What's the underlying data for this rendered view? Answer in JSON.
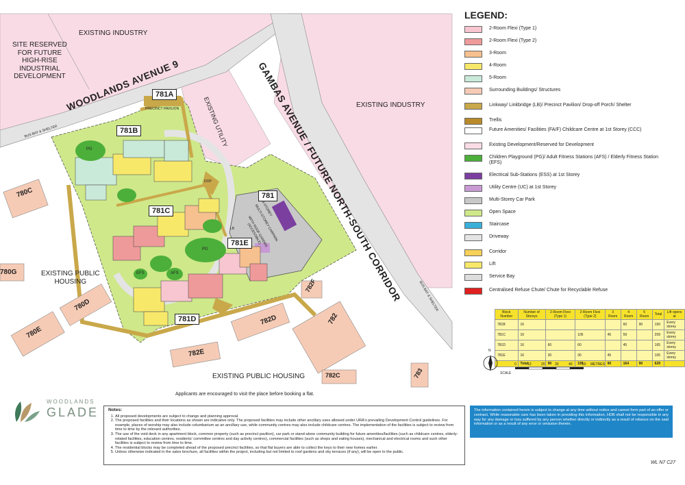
{
  "map": {
    "labels": {
      "site_reserved": "SITE RESERVED\nFOR FUTURE\nHIGH-RISE\nINDUSTRIAL\nDEVELOPMENT",
      "existing_industry_top": "EXISTING INDUSTRY",
      "existing_industry_right": "EXISTING INDUSTRY",
      "existing_utility": "EXISTING UTILITY",
      "woodlands_ave": "WOODLANDS AVENUE 9",
      "gambas_ave": "GAMBAS AVENUE / FUTURE NORTH-SOUTH CORRIDOR",
      "existing_public_housing_left": "EXISTING PUBLIC\nHOUSING",
      "existing_public_housing_bottom": "EXISTING PUBLIC HOUSING",
      "bus_bay_left": "BUS BAY & SHELTER",
      "bus_bay_right": "BUS BAY & SHELTER",
      "precinct_pavilion": "PRECINCT PAVILION",
      "mscp": "MULTI-STOREY CARPARK",
      "rooftop_garden": "WITH ROOF GARDEN\n(ACCESSIBLE)",
      "carpark_levels": "9-STOREY",
      "pg": "PG",
      "afs": "AFS",
      "efs": "EFS",
      "dop": "DOP",
      "lb": "LB"
    },
    "blocks": {
      "b781a": "781A",
      "b781b": "781B",
      "b781c": "781C",
      "b781d": "781D",
      "b781e": "781E",
      "b781": "781"
    },
    "neighbours": {
      "n780c": "780C",
      "n780g": "780G",
      "n780d": "780D",
      "n780e": "780E",
      "n782d": "782D",
      "n782e": "782E",
      "n782": "782",
      "n782f": "782F",
      "n782c": "782C",
      "n783": "783"
    }
  },
  "legend": {
    "title": "LEGEND:",
    "items": [
      {
        "label": "2-Room Flexi (Type 1)",
        "color": "#f7c6d0"
      },
      {
        "label": "2-Room Flexi (Type 2)",
        "color": "#ef9a9a"
      },
      {
        "label": "3-Room",
        "color": "#f6c08f"
      },
      {
        "label": "4-Room",
        "color": "#f8e86a"
      },
      {
        "label": "5-Room",
        "color": "#c9ead9"
      },
      {
        "label": "Surrounding Buildings/ Structures",
        "color": "#f6cbb5"
      },
      {
        "label": "Linkway/ Linkbridge (LB)/ Precinct Pavilion/ Drop-off Porch/ Shelter",
        "color": "#c9a84a"
      },
      {
        "label": "Trellis",
        "color": "#b98a2a"
      },
      {
        "label": "Future Amenities/ Facilities (FA/F) Childcare Centre at 1st Storey (CCC)",
        "color": "#ffffff"
      },
      {
        "label": "Existing Development/Reserved for Development",
        "color": "#f9dbe6"
      },
      {
        "label": "Children Playground (PG)/ Adult Fitness Stations (AFS) / Elderly Fitness Station (EFS)",
        "color": "#4caf3a"
      },
      {
        "label": "Electrical Sub-Stations (ESS) at 1st Storey",
        "color": "#7b3fa0"
      },
      {
        "label": "Utility Centre (UC) at 1st Storey",
        "color": "#c79ad3"
      },
      {
        "label": "Multi-Storey Car Park",
        "color": "#c8c8c8"
      },
      {
        "label": "Open Space",
        "color": "#cfe88a"
      },
      {
        "label": "Staircase",
        "color": "#3ab0d8"
      },
      {
        "label": "Driveway",
        "color": "#e4e4e4"
      },
      {
        "label": "Corridor",
        "color": "#f8d15a"
      },
      {
        "label": "Lift",
        "color": "#f8e86a"
      },
      {
        "label": "Service Bay",
        "color": "#dddddd"
      },
      {
        "label": "Centralised Refuse Chute/ Chute for Recyclable Refuse",
        "color": "#e02020"
      }
    ]
  },
  "table": {
    "headers": [
      "Block Number",
      "Number of Storeys",
      "2-Room Flexi (Type 1)",
      "2-Room Flexi (Type 2)",
      "3 Room",
      "4 Room",
      "5 Room",
      "Total",
      "Lift opens at"
    ],
    "rows": [
      [
        "781B",
        "16",
        "",
        "",
        "",
        "60",
        "90",
        "150",
        "Every storey"
      ],
      [
        "781C",
        "16",
        "",
        "105",
        "45",
        "59",
        "",
        "209",
        "Every storey"
      ],
      [
        "781D",
        "16",
        "60",
        "60",
        "",
        "45",
        "",
        "165",
        "Every storey"
      ],
      [
        "781E",
        "16",
        "30",
        "30",
        "45",
        "",
        "",
        "105",
        "Every storey"
      ]
    ],
    "total": [
      "",
      "Total",
      "90",
      "195",
      "90",
      "164",
      "90",
      "629",
      ""
    ]
  },
  "scale": {
    "north": "N",
    "label": "SCALE",
    "ticks": [
      "0",
      "10",
      "20",
      "30",
      "40",
      "50"
    ],
    "unit": "METRES"
  },
  "logo": {
    "line1": "WOODLANDS",
    "line2": "GLADE"
  },
  "visit_note": "Applicants are encouraged to visit the place before booking a flat.",
  "notes": {
    "title": "Notes:",
    "items": [
      "All proposed developments are subject to change and planning approval.",
      "The proposed facilities and their locations as shown are indicative only. The proposed facilities may include other ancillary uses allowed under URA's prevailing Development Control guidelines. For example, places of worship may also include columbarium as an ancillary use, while community centres may also include childcare centres. The implementation of the facilities is subject to review from time to time by the relevant authorities.",
      "The use of the void deck in any apartment block, common property (such as precinct pavilion), car park or stand-alone community building for future amenities/facilities (such as childcare centres, elderly-related facilities, education centres, residents' committee centres and day activity centres), commercial facilities (such as shops and eating houses), mechanical and electrical rooms and such other facilities is subject to review from time to time.",
      "The residential blocks may be completed ahead of the proposed precinct facilities, so that flat buyers are able to collect the keys to their new homes earlier.",
      "Unless otherwise indicated in the sales brochure, all facilities within the project, including but not limited to roof gardens and sky terraces (if any), will be open to the public."
    ]
  },
  "disclaimer": "The information contained herein is subject to change at any time without notice and cannot form part of an offer or contract. While reasonable care has been taken in providing this information, HDB shall not be responsible in any way for any damage or loss suffered by any person whether directly or indirectly as a result of reliance on the said information or as a result of any error or omission therein.",
  "ref_code": "WL N7 C27"
}
